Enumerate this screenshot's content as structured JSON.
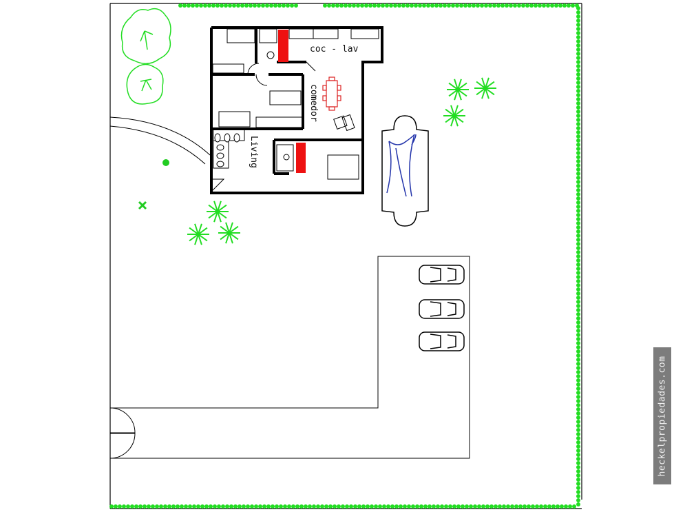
{
  "plan": {
    "rooms": {
      "kitchen_label": "coc - lav",
      "dining_label": "comedor",
      "living_label": "Living"
    },
    "parking_spaces": 3,
    "colors": {
      "walls": "#000000",
      "vegetation": "#22dd22",
      "chimney": "#ee1111",
      "dining_table": "#dd2222",
      "pool_water": "#2233aa"
    }
  },
  "watermark": {
    "text": "heckelpropiedades.com"
  }
}
